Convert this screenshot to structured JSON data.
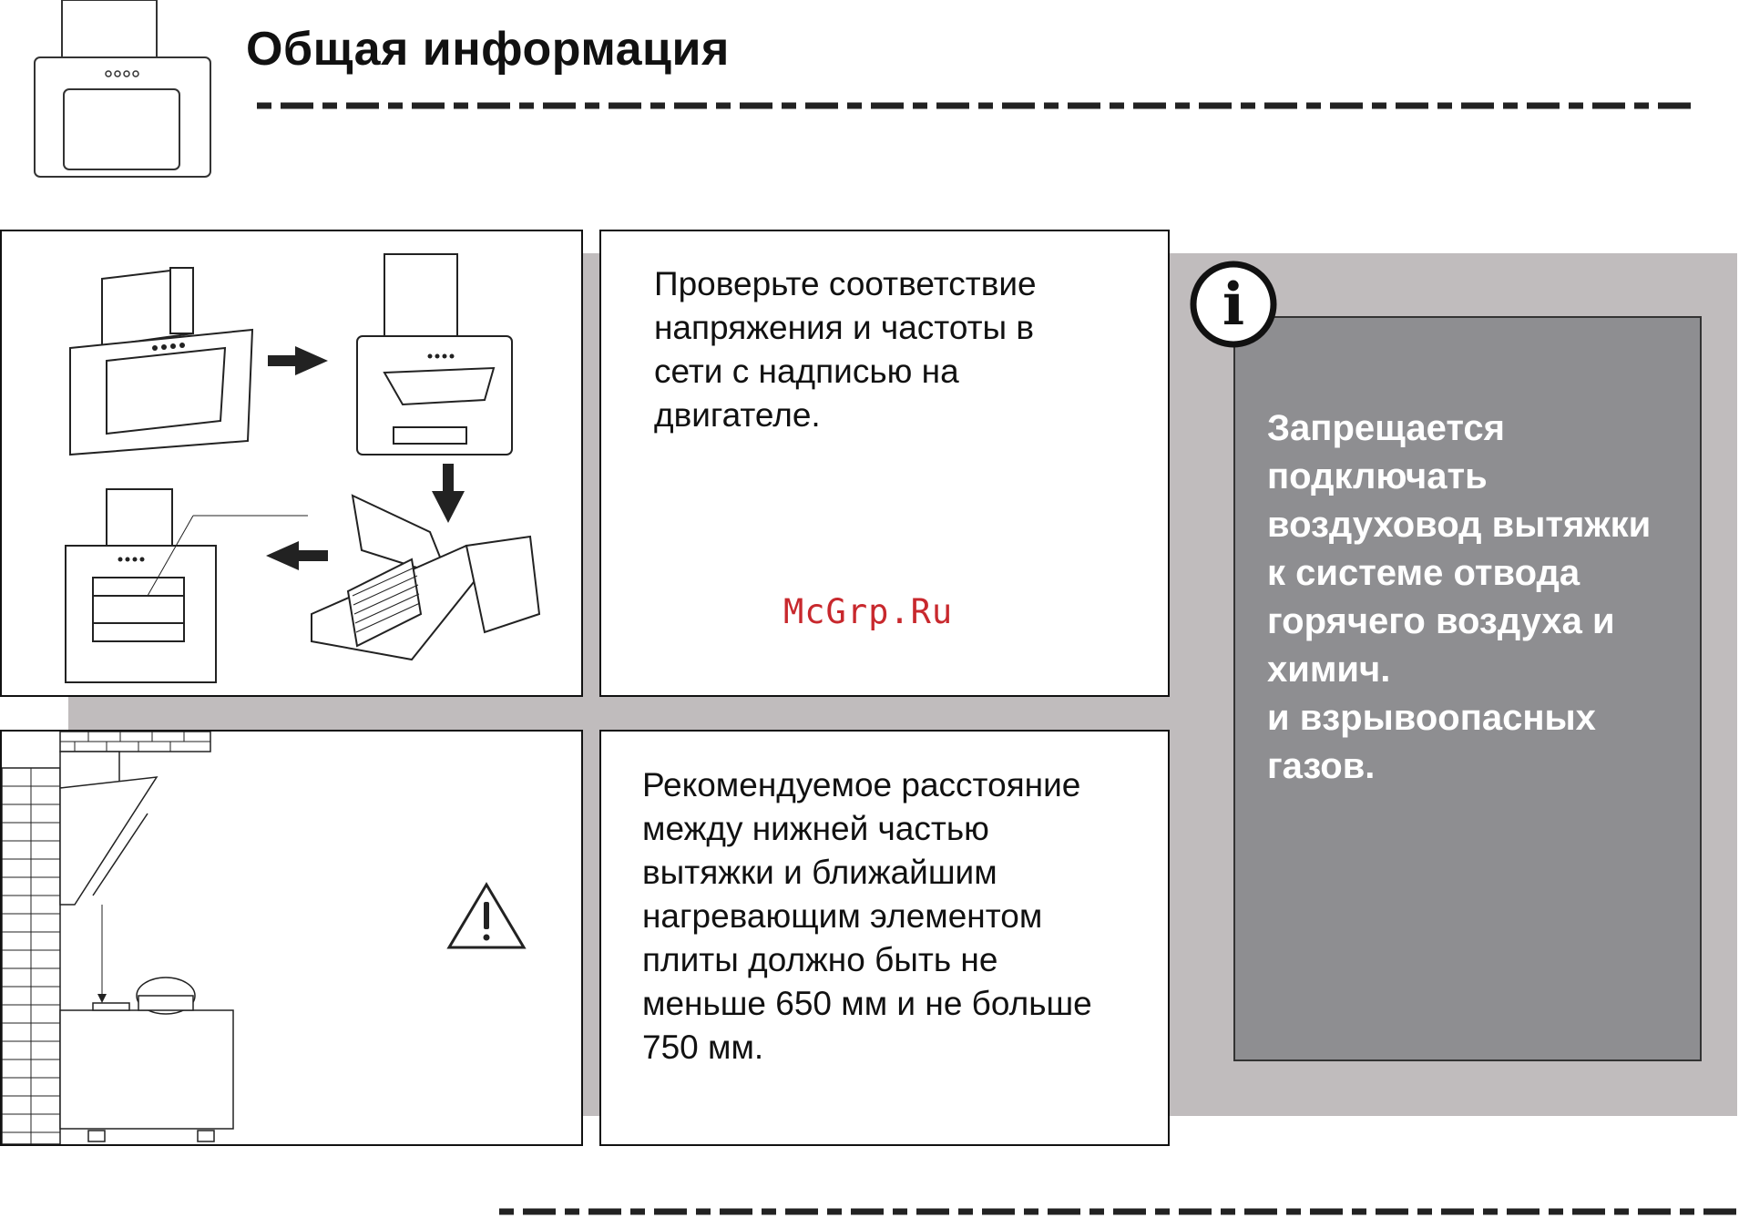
{
  "header": {
    "title": "Общая информация"
  },
  "watermark": "McGrp.Ru",
  "sections": {
    "voltage_check": {
      "text": "Проверьте соответствие\nнапряжения и частоты в\nсети с надписью на\nдвигателе."
    },
    "distance": {
      "text": "Рекомендуемое расстояние\nмежду нижней частью\nвытяжки и ближайшим\nнагревающим элементом\nплиты должно быть не\nменьше 650 мм и не больше\n750 мм."
    },
    "warning": {
      "icon": "info-icon",
      "text": "Запрещается\nподключать\nвоздуховод вытяжки\nк системе отвода\nгорячего воздуха и\nхимич.\nи взрывоопасных\nгазов."
    }
  },
  "icons": {
    "logo": "range-hood-icon",
    "caution": "warning-triangle-icon",
    "info": "info-icon"
  },
  "colors": {
    "backdrop_gray": "#c0bcbd",
    "warning_box": "#8e8e91",
    "watermark": "#c8282d"
  }
}
